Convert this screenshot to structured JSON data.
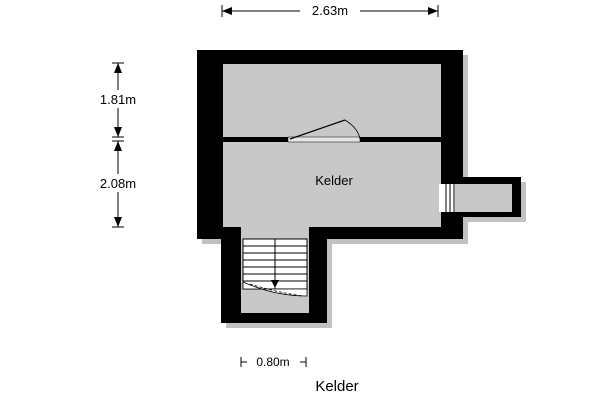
{
  "dimensions": {
    "width_top": "2.63m",
    "height_upper": "1.81m",
    "height_lower": "2.08m",
    "stair_width": "0.80m"
  },
  "rooms": {
    "main_room_label": "Kelder"
  },
  "caption": {
    "floor_name": "Kelder"
  },
  "colors": {
    "wall": "#000000",
    "floor": "#c8c8c8",
    "shadow": "#9a9a9a",
    "background": "#ffffff"
  }
}
